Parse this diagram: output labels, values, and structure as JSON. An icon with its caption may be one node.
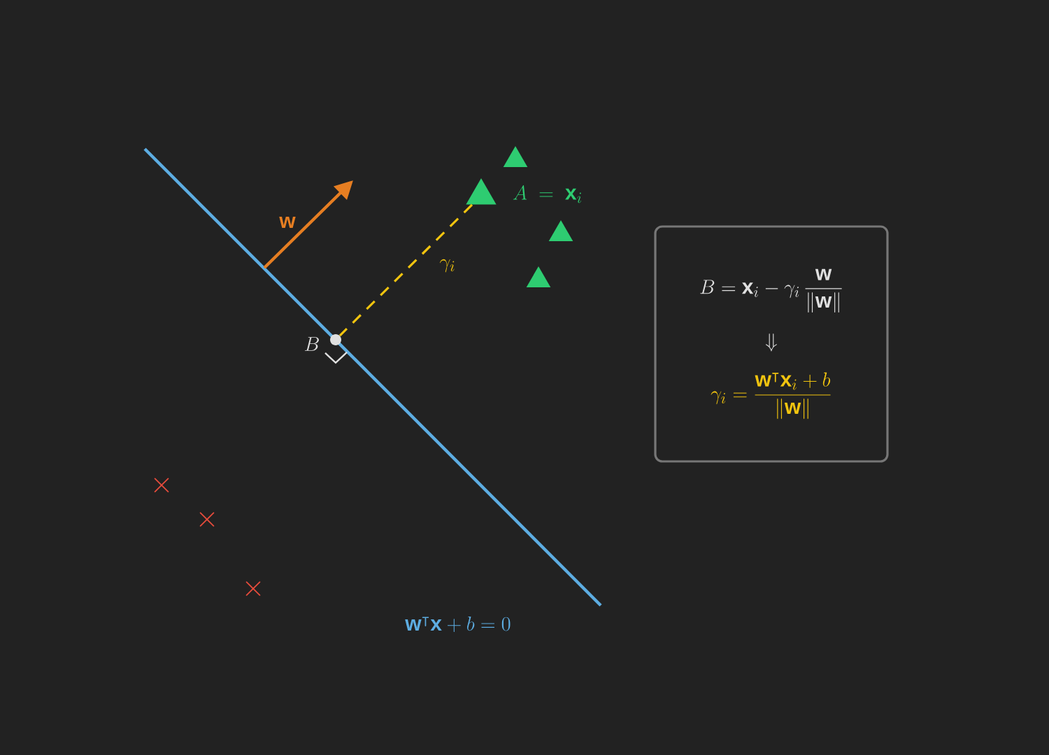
{
  "diagram": {
    "nodes": [
      {
        "text": [],
        "shape": "triangle",
        "beside": [
          "A \\;=\\; \\mathbf{x}_i"
        ]
      },
      {
        "text": [],
        "shape": "circle",
        "beside": [
          "B"
        ]
      },
      {
        "text": [
          "B = \\mathbf{x}_i - \\gamma_i \\, \\frac{\\mathbf{w}}{\\|\\mathbf{w}\\|}",
          "\\Downarrow",
          "\\gamma_i = \\frac{\\mathbf{w}^{\\intercal}\\mathbf{x}_i + b}{\\|\\mathbf{w}\\|}"
        ]
      },
      {
        "text": [],
        "shape": "triangle"
      },
      {
        "text": [],
        "shape": "triangle"
      },
      {
        "text": [],
        "shape": "triangle"
      },
      {
        "text": [],
        "shape": "cross"
      },
      {
        "text": [],
        "shape": "cross"
      },
      {
        "text": [],
        "shape": "cross"
      }
    ],
    "edges": [
      {
        "from": 0,
        "to": 1,
        "arrow": "none",
        "style": "dashed",
        "color": "#f1c40f",
        "label": "\\gamma_i"
      }
    ],
    "labels": [
      "\\mathbf{w}",
      "\\mathbf{w}^{\\intercal}\\mathbf{x} + b = 0"
    ]
  }
}
